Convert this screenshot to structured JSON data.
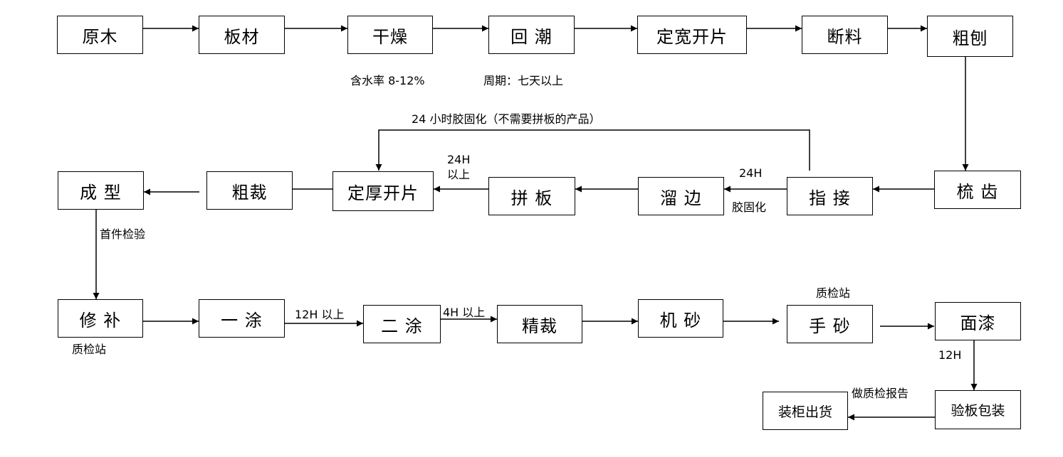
{
  "nodes": {
    "yuanmu": "原木",
    "bancai": "板材",
    "ganzao": "干燥",
    "huichao": "回 潮",
    "dingkuan_kaipian": "定宽开片",
    "duanliao": "断料",
    "cubao": "粗刨",
    "shuchi": "梳 齿",
    "zhijie": "指 接",
    "liubian": "溜 边",
    "pinban": "拼 板",
    "dinghou_kaipian": "定厚开片",
    "cucai": "粗裁",
    "chengxing": "成 型",
    "xiubu": "修 补",
    "yitu": "一 涂",
    "ertu": "二 涂",
    "jingcai": "精裁",
    "jisha": "机 砂",
    "shousha": "手 砂",
    "mianqi": "面漆",
    "yanban_baozhuang": "验板包装",
    "zhuanggui_chuhuo": "装柜出货"
  },
  "notes": {
    "moisture": "含水率 8-12%",
    "cycle": "周期：七天以上",
    "bypass": "24 小时胶固化（不需要拼板的产品）",
    "h24_above_line1": "24H",
    "h24_above_line2": "以上",
    "h24": "24H",
    "glue_cure": "胶固化",
    "first_inspection": "首件检验",
    "qc_station_left": "质检站",
    "h12_above": "12H 以上",
    "h4_above": "4H 以上",
    "qc_station_right": "质检站",
    "h12": "12H",
    "qc_report": "做质检报告"
  }
}
